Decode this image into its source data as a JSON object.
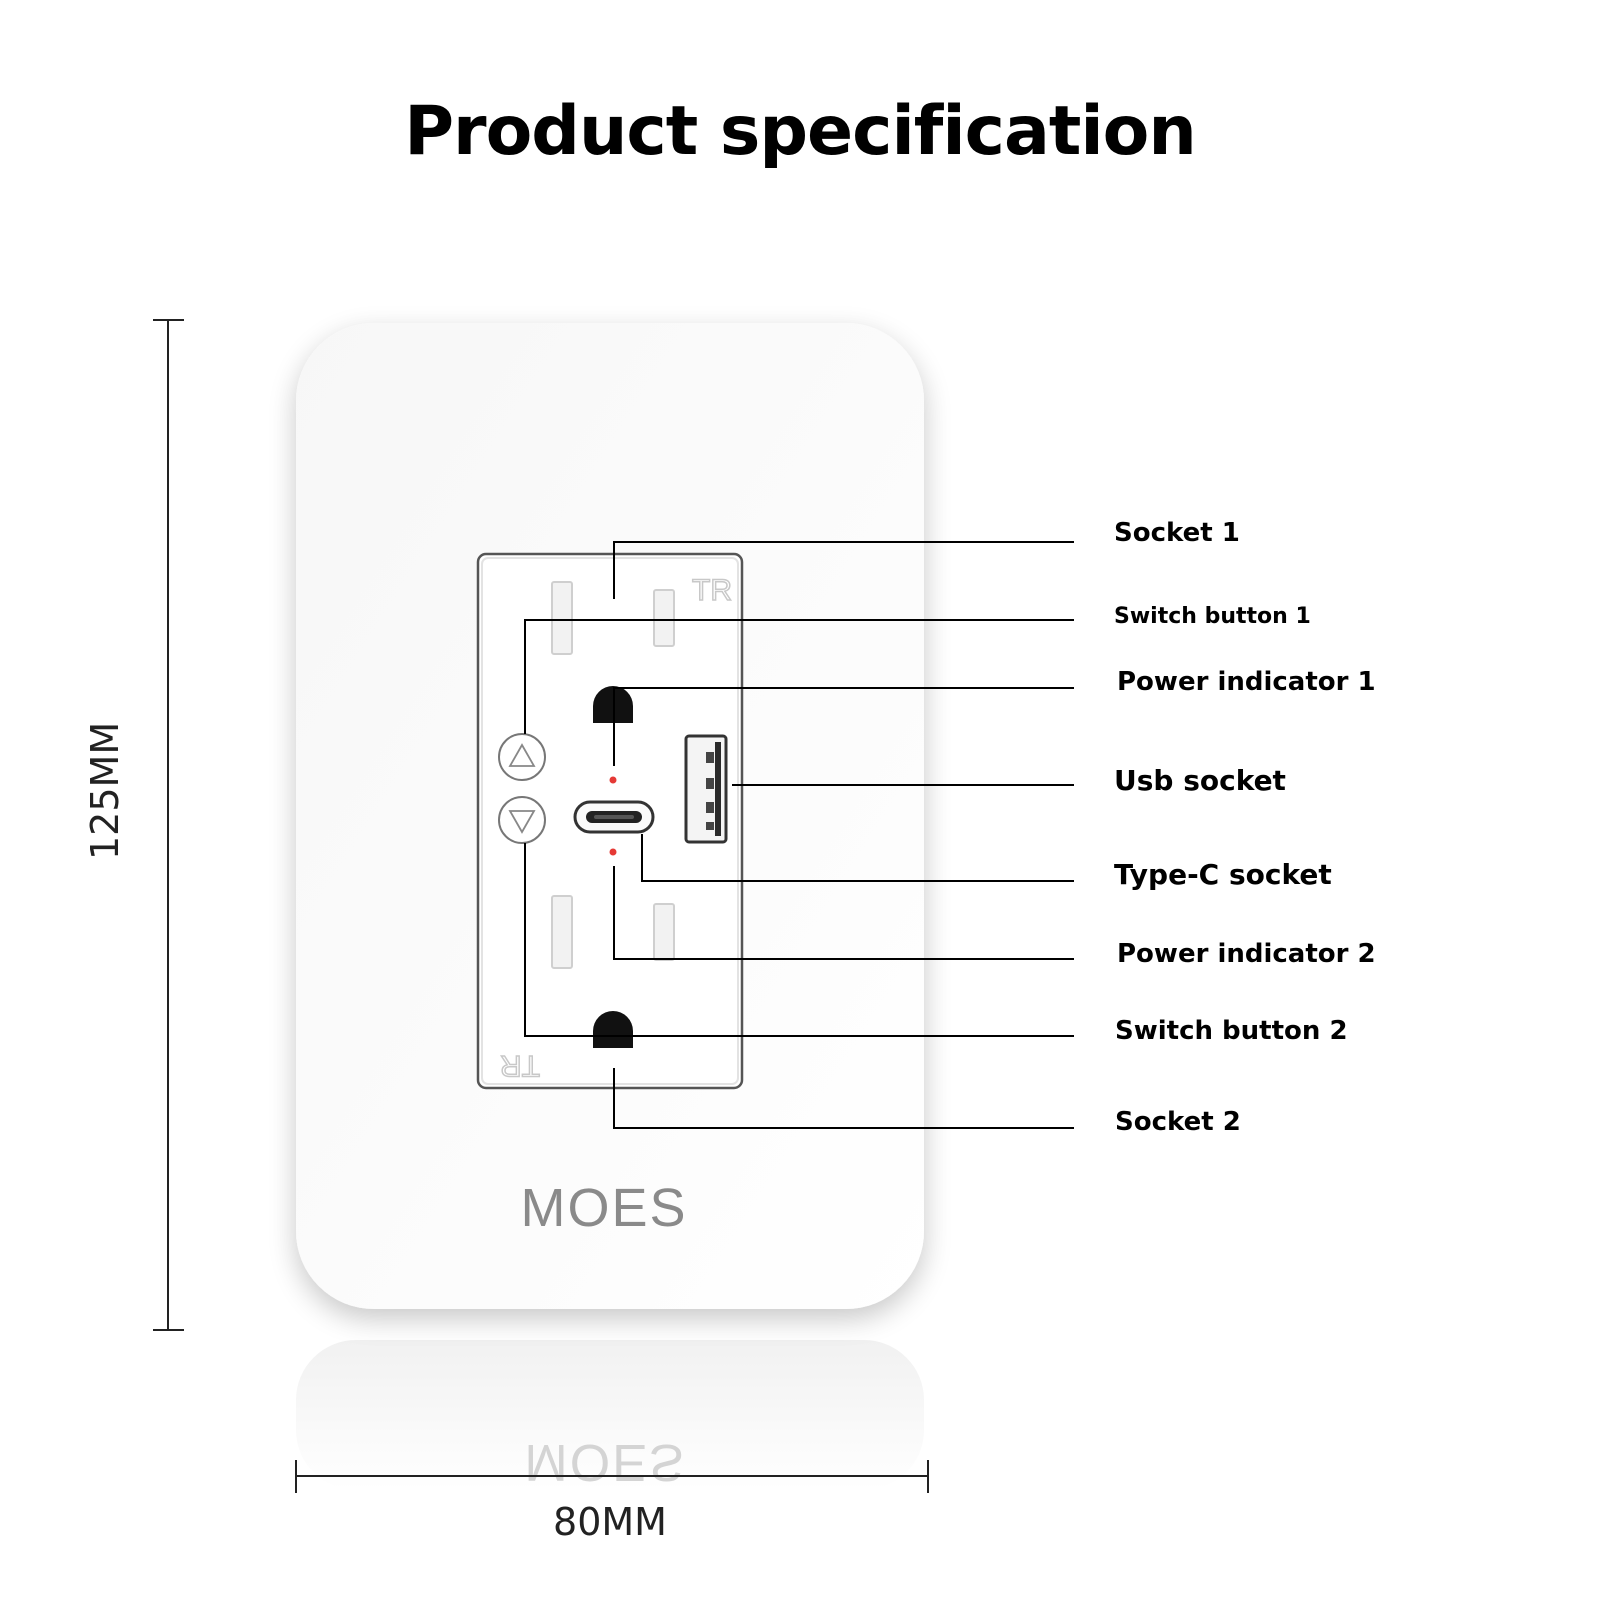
{
  "title": "Product specification",
  "dimensions": {
    "height": "125MM",
    "width": "80MM"
  },
  "brand": "MOES",
  "outlet_marks": {
    "top": "TR",
    "bottom": "TR"
  },
  "callouts": [
    {
      "id": "socket-1",
      "label": "Socket 1"
    },
    {
      "id": "switch-button-1",
      "label": "Switch button 1"
    },
    {
      "id": "power-indicator-1",
      "label": "Power indicator 1"
    },
    {
      "id": "usb-socket",
      "label": "Usb socket"
    },
    {
      "id": "type-c-socket",
      "label": "Type-C socket"
    },
    {
      "id": "power-indicator-2",
      "label": "Power indicator 2"
    },
    {
      "id": "switch-button-2",
      "label": "Switch button 2"
    },
    {
      "id": "socket-2",
      "label": "Socket 2"
    }
  ],
  "colors": {
    "indicator": "#e53935",
    "plate": "#ffffff",
    "line": "#000000"
  },
  "icons": {
    "up": "triangle-up-icon",
    "down": "triangle-down-icon"
  }
}
